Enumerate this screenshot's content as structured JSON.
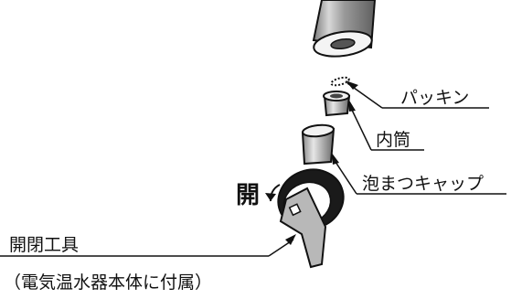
{
  "callouts": {
    "packing": "パッキン",
    "inner_tube": "内筒",
    "foam_cap": "泡まつキャップ",
    "tool": "開閉工具",
    "tool_note": "（電気温水器本体に付属）",
    "open_label": "開"
  }
}
